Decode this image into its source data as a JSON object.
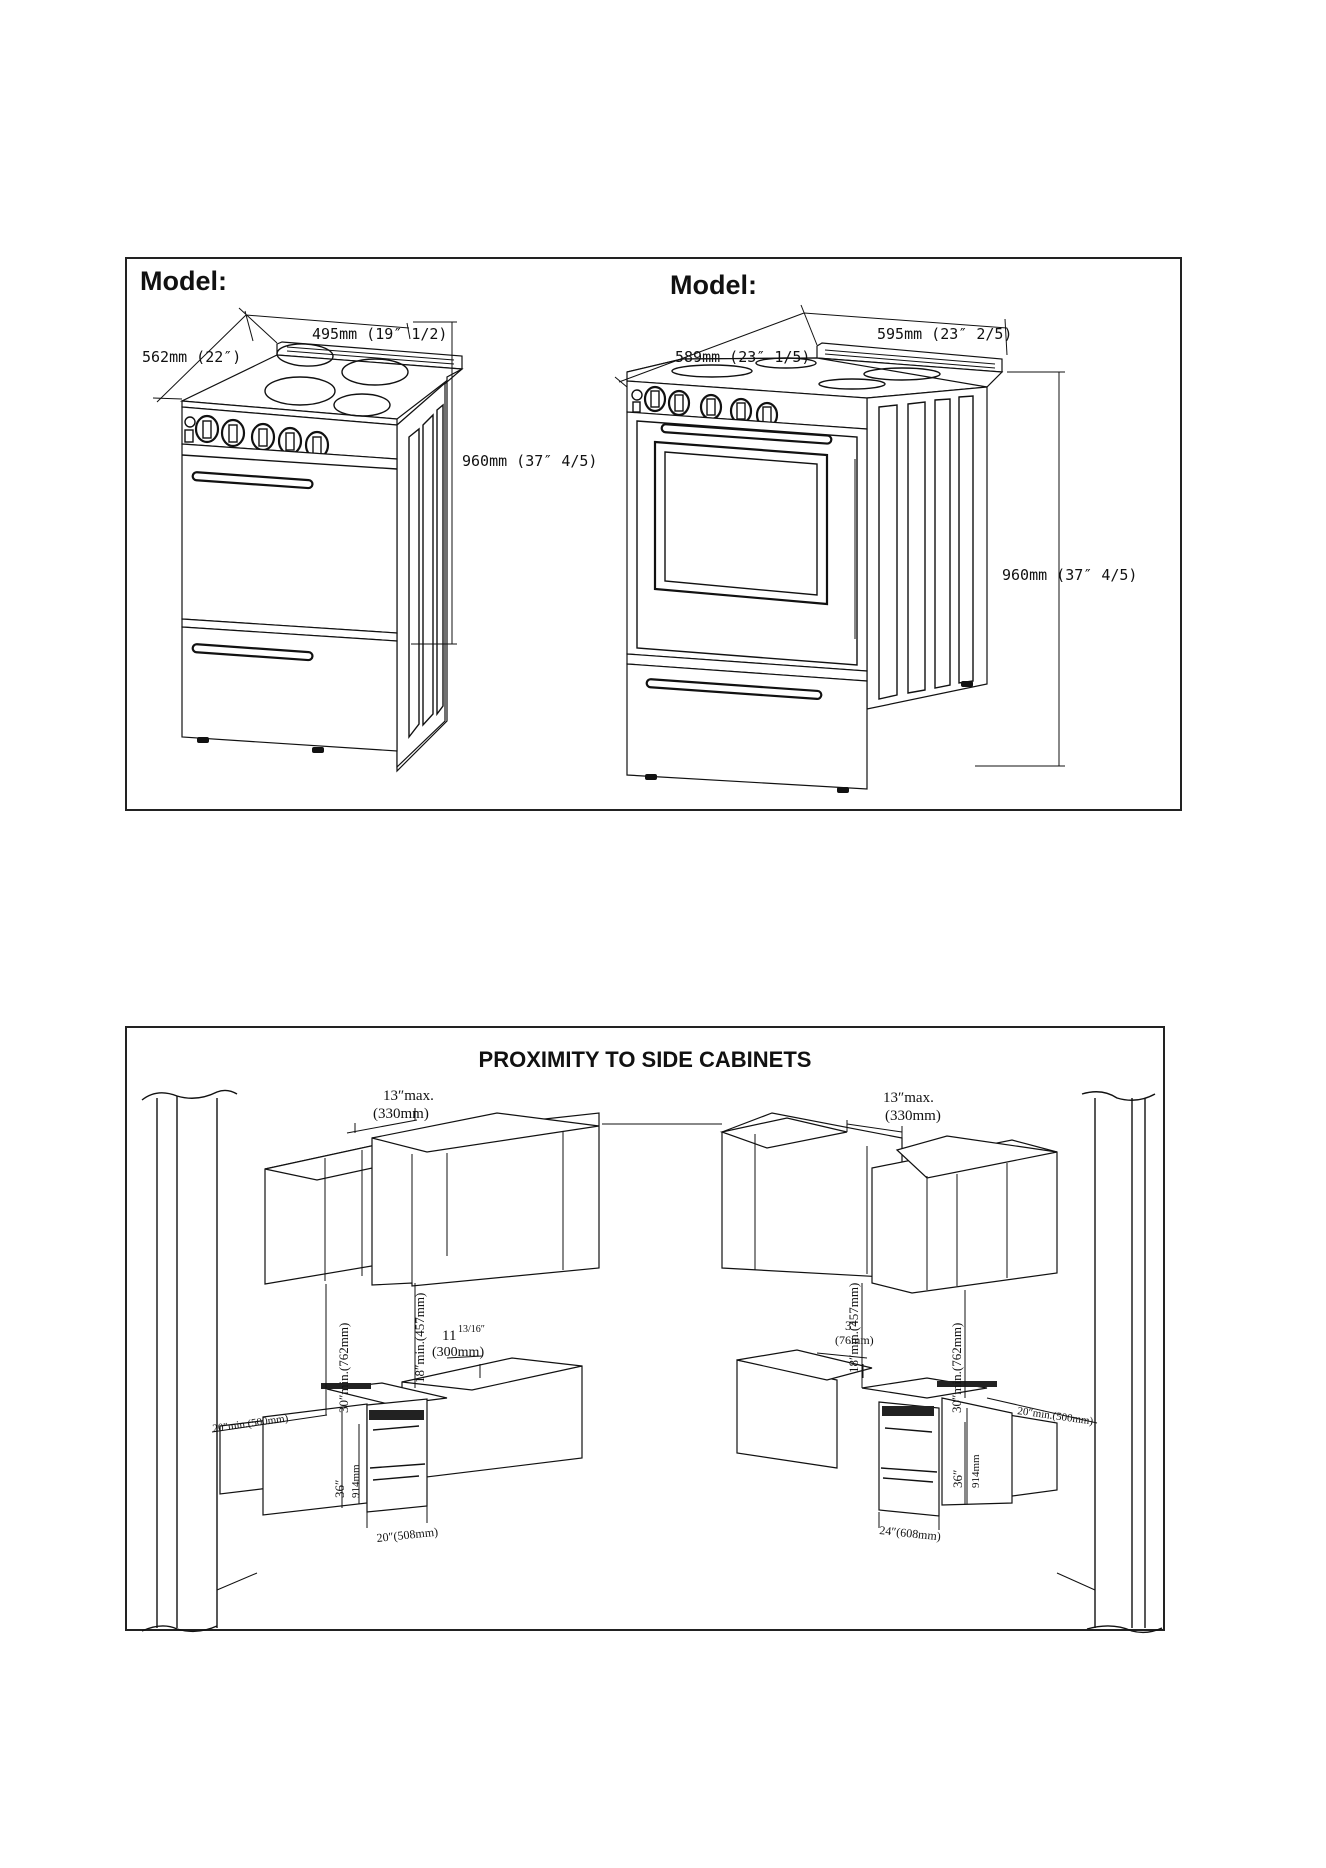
{
  "top_panel": {
    "left_model": {
      "label": "Model:",
      "width_dim": "495mm (19″ 1/2)",
      "depth_dim": "562mm (22″)",
      "height_dim": "960mm (37″ 4/5)"
    },
    "right_model": {
      "label": "Model:",
      "width_dim": "595mm (23″ 2/5)",
      "depth_dim": "589mm (23″ 1/5)",
      "height_dim": "960mm (37″ 4/5)"
    }
  },
  "bottom_panel": {
    "title": "PROXIMITY TO SIDE CABINETS",
    "left_side": {
      "max_top_a": "13″max.",
      "max_top_b": "(330mm)",
      "upper_left_clearance": "30″min.(762mm)",
      "upper_right_clearance": "18″min.(457mm)",
      "side_gap_a": "11",
      "side_gap_frac": "13/16″",
      "side_gap_b": "(300mm)",
      "counter_depth": "20″min.(500mm)",
      "counter_height_in": "36″",
      "counter_height_mm": "914mm",
      "range_width": "20″(508mm)"
    },
    "right_side": {
      "max_top_a": "13″max.",
      "max_top_b": "(330mm)",
      "upper_left_clearance": "18″min.(457mm)",
      "upper_right_clearance": "30″min.(762mm)",
      "side_gap_a": "3″",
      "side_gap_b": "(76mm)",
      "counter_depth": "20″min.(500mm)",
      "counter_height_in": "36″",
      "counter_height_mm": "914mm",
      "range_width": "24″(608mm)"
    }
  }
}
